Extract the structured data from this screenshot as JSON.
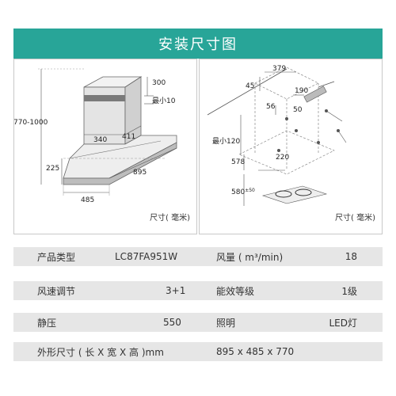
{
  "title": "安装尺寸图",
  "left_diagram": {
    "dims": {
      "h_total": "770-1000",
      "d300": "300",
      "min10": "最小10",
      "w340": "340",
      "w411": "411",
      "h225": "225",
      "w895": "895",
      "w485": "485"
    },
    "unit": "尺寸( 毫米)"
  },
  "right_diagram": {
    "dims": {
      "d379": "379",
      "d45": "45",
      "d190": "190",
      "d56": "56",
      "d50": "50",
      "min120": "最小120",
      "d578": "578",
      "d220": "220",
      "d580": "580",
      "d580_tol": "±50"
    },
    "unit": "尺寸( 毫米)"
  },
  "specs": [
    {
      "label1": "产品类型",
      "value1": "LC87FA951W",
      "label2": "风量 ( m³/min)",
      "value2": "18"
    },
    {
      "label1": "风速调节",
      "value1": "3+1",
      "label2": "能效等级",
      "value2": "1级"
    },
    {
      "label1": "静压",
      "value1": "550",
      "label2": "照明",
      "value2": "LED灯"
    },
    {
      "label1": "外形尺寸 ( 长 X 宽 X 高 )mm",
      "value1": "",
      "label2": "895 x 485 x 770",
      "value2": ""
    }
  ],
  "colors": {
    "banner": "#28a598",
    "row_bg": "#e6e6e6"
  }
}
